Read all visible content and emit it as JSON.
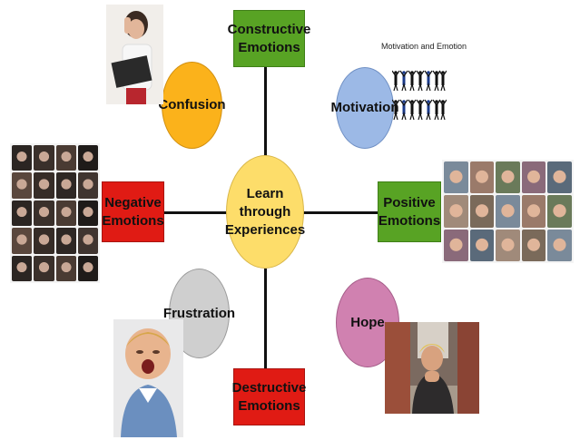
{
  "center": {
    "label_line1": "Learn through",
    "label_line2": "Experiences"
  },
  "boxes": {
    "constructive": {
      "line1": "Constructive",
      "line2": "Emotions"
    },
    "destructive": {
      "line1": "Destructive",
      "line2": "Emotions"
    },
    "positive": {
      "line1": "Positive",
      "line2": "Emotions"
    },
    "negative": {
      "line1": "Negative",
      "line2": "Emotions"
    }
  },
  "circles": {
    "confusion": "Confusion",
    "motivation": "Motivation",
    "frustration": "Frustration",
    "hope": "Hope"
  },
  "captions": {
    "motivation_image": "Motivation and Emotion"
  },
  "colors": {
    "constructive_box": "#58a324",
    "positive_box": "#58a324",
    "negative_box": "#e01b14",
    "destructive_box": "#e01b14",
    "center_circle": "#fddd6a",
    "confusion_circle": "#fbb21b",
    "motivation_circle": "#9cb9e6",
    "frustration_circle": "#cfcfcf",
    "hope_circle": "#d081b0"
  },
  "images": {
    "confusion_photo": "person-holding-book-confused",
    "negative_grid": "grid-of-distressed-faces",
    "positive_grid": "grid-of-smiling-faces",
    "motivation_silhouettes": "cheering-silhouettes",
    "frustration_photo": "shouting-child",
    "hope_photo": "hopeful-woman-in-street"
  }
}
